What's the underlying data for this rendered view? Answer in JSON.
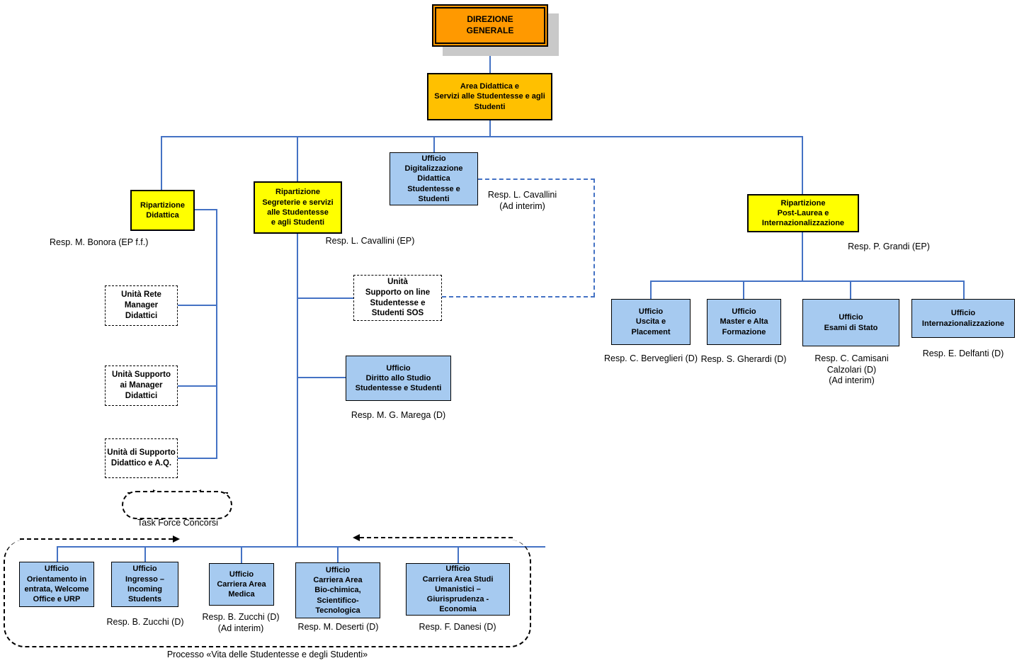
{
  "palette": {
    "direzione_fill": "#FF9900",
    "area_fill": "#FFC000",
    "ripartizione_fill": "#FFFF00",
    "ufficio_fill": "#A6CAF0",
    "connector_blue": "#4472C4",
    "shadow_gray": "#C9C9C9",
    "border_black": "#000000"
  },
  "nodes": {
    "direzione": {
      "label": "DIREZIONE\nGENERALE"
    },
    "area": {
      "label": "Area Didattica e\nServizi alle Studentesse e agli\nStudenti"
    },
    "rip_didattica": {
      "label": "Ripartizione\nDidattica",
      "resp": "Resp. M. Bonora (EP f.f.)"
    },
    "rip_segreterie": {
      "label": "Ripartizione\nSegreterie e servizi\nalle Studentesse\ne agli Studenti",
      "resp": "Resp. L. Cavallini (EP)"
    },
    "uff_digitalizzazione": {
      "label": "Ufficio\nDigitalizzazione\nDidattica\nStudentesse e\nStudenti",
      "resp": "Resp. L. Cavallini\n(Ad interim)"
    },
    "rip_postlaurea": {
      "label": "Ripartizione\nPost-Laurea e\nInternazionalizzazione",
      "resp": "Resp. P. Grandi (EP)"
    },
    "unita_rete": {
      "label": "Unità Rete\nManager\nDidattici"
    },
    "unita_supporto_manager": {
      "label": "Unità Supporto\nai Manager\nDidattici"
    },
    "unita_supporto_aq": {
      "label": "Unità di Supporto\nDidattico e A.Q."
    },
    "unita_sos": {
      "label": "Unità\nSupporto on line\nStudentesse e\nStudenti SOS"
    },
    "uff_diritto": {
      "label": "Ufficio\nDiritto allo Studio\nStudentesse e Studenti",
      "resp": "Resp. M. G. Marega (D)"
    },
    "uff_uscita": {
      "label": "Ufficio\nUscita e\nPlacement",
      "resp": "Resp. C. Berveglieri (D)"
    },
    "uff_master": {
      "label": "Ufficio\nMaster e Alta\nFormazione",
      "resp": "Resp. S. Gherardi (D)"
    },
    "uff_esami": {
      "label": "Ufficio\nEsami di Stato",
      "resp": "Resp. C. Camisani\nCalzolari (D)\n(Ad interim)"
    },
    "uff_internazionalizzazione": {
      "label": "Ufficio\nInternazionalizzazione",
      "resp": "Resp. E. Delfanti (D)"
    },
    "uff_orientamento": {
      "label": "Ufficio\nOrientamento in\nentrata, Welcome\nOffice e URP"
    },
    "uff_ingresso": {
      "label": "Ufficio\nIngresso –\nIncoming\nStudents",
      "resp": "Resp. B. Zucchi (D)"
    },
    "uff_medica": {
      "label": "Ufficio\nCarriera Area\nMedica",
      "resp": "Resp. B. Zucchi (D)\n(Ad interim)"
    },
    "uff_biochimica": {
      "label": "Ufficio\nCarriera Area\nBio-chimica,\nScientifico-\nTecnologica",
      "resp": "Resp. M. Deserti (D)"
    },
    "uff_umanistici": {
      "label": "Ufficio\nCarriera Area Studi\nUmanistici –\nGiurisprudenza -\nEconomia",
      "resp": "Resp. F. Danesi (D)"
    },
    "task_force": {
      "label": "Task Force Concorsi"
    }
  },
  "process_caption": "Processo «Vita delle Studentesse e degli Studenti»"
}
